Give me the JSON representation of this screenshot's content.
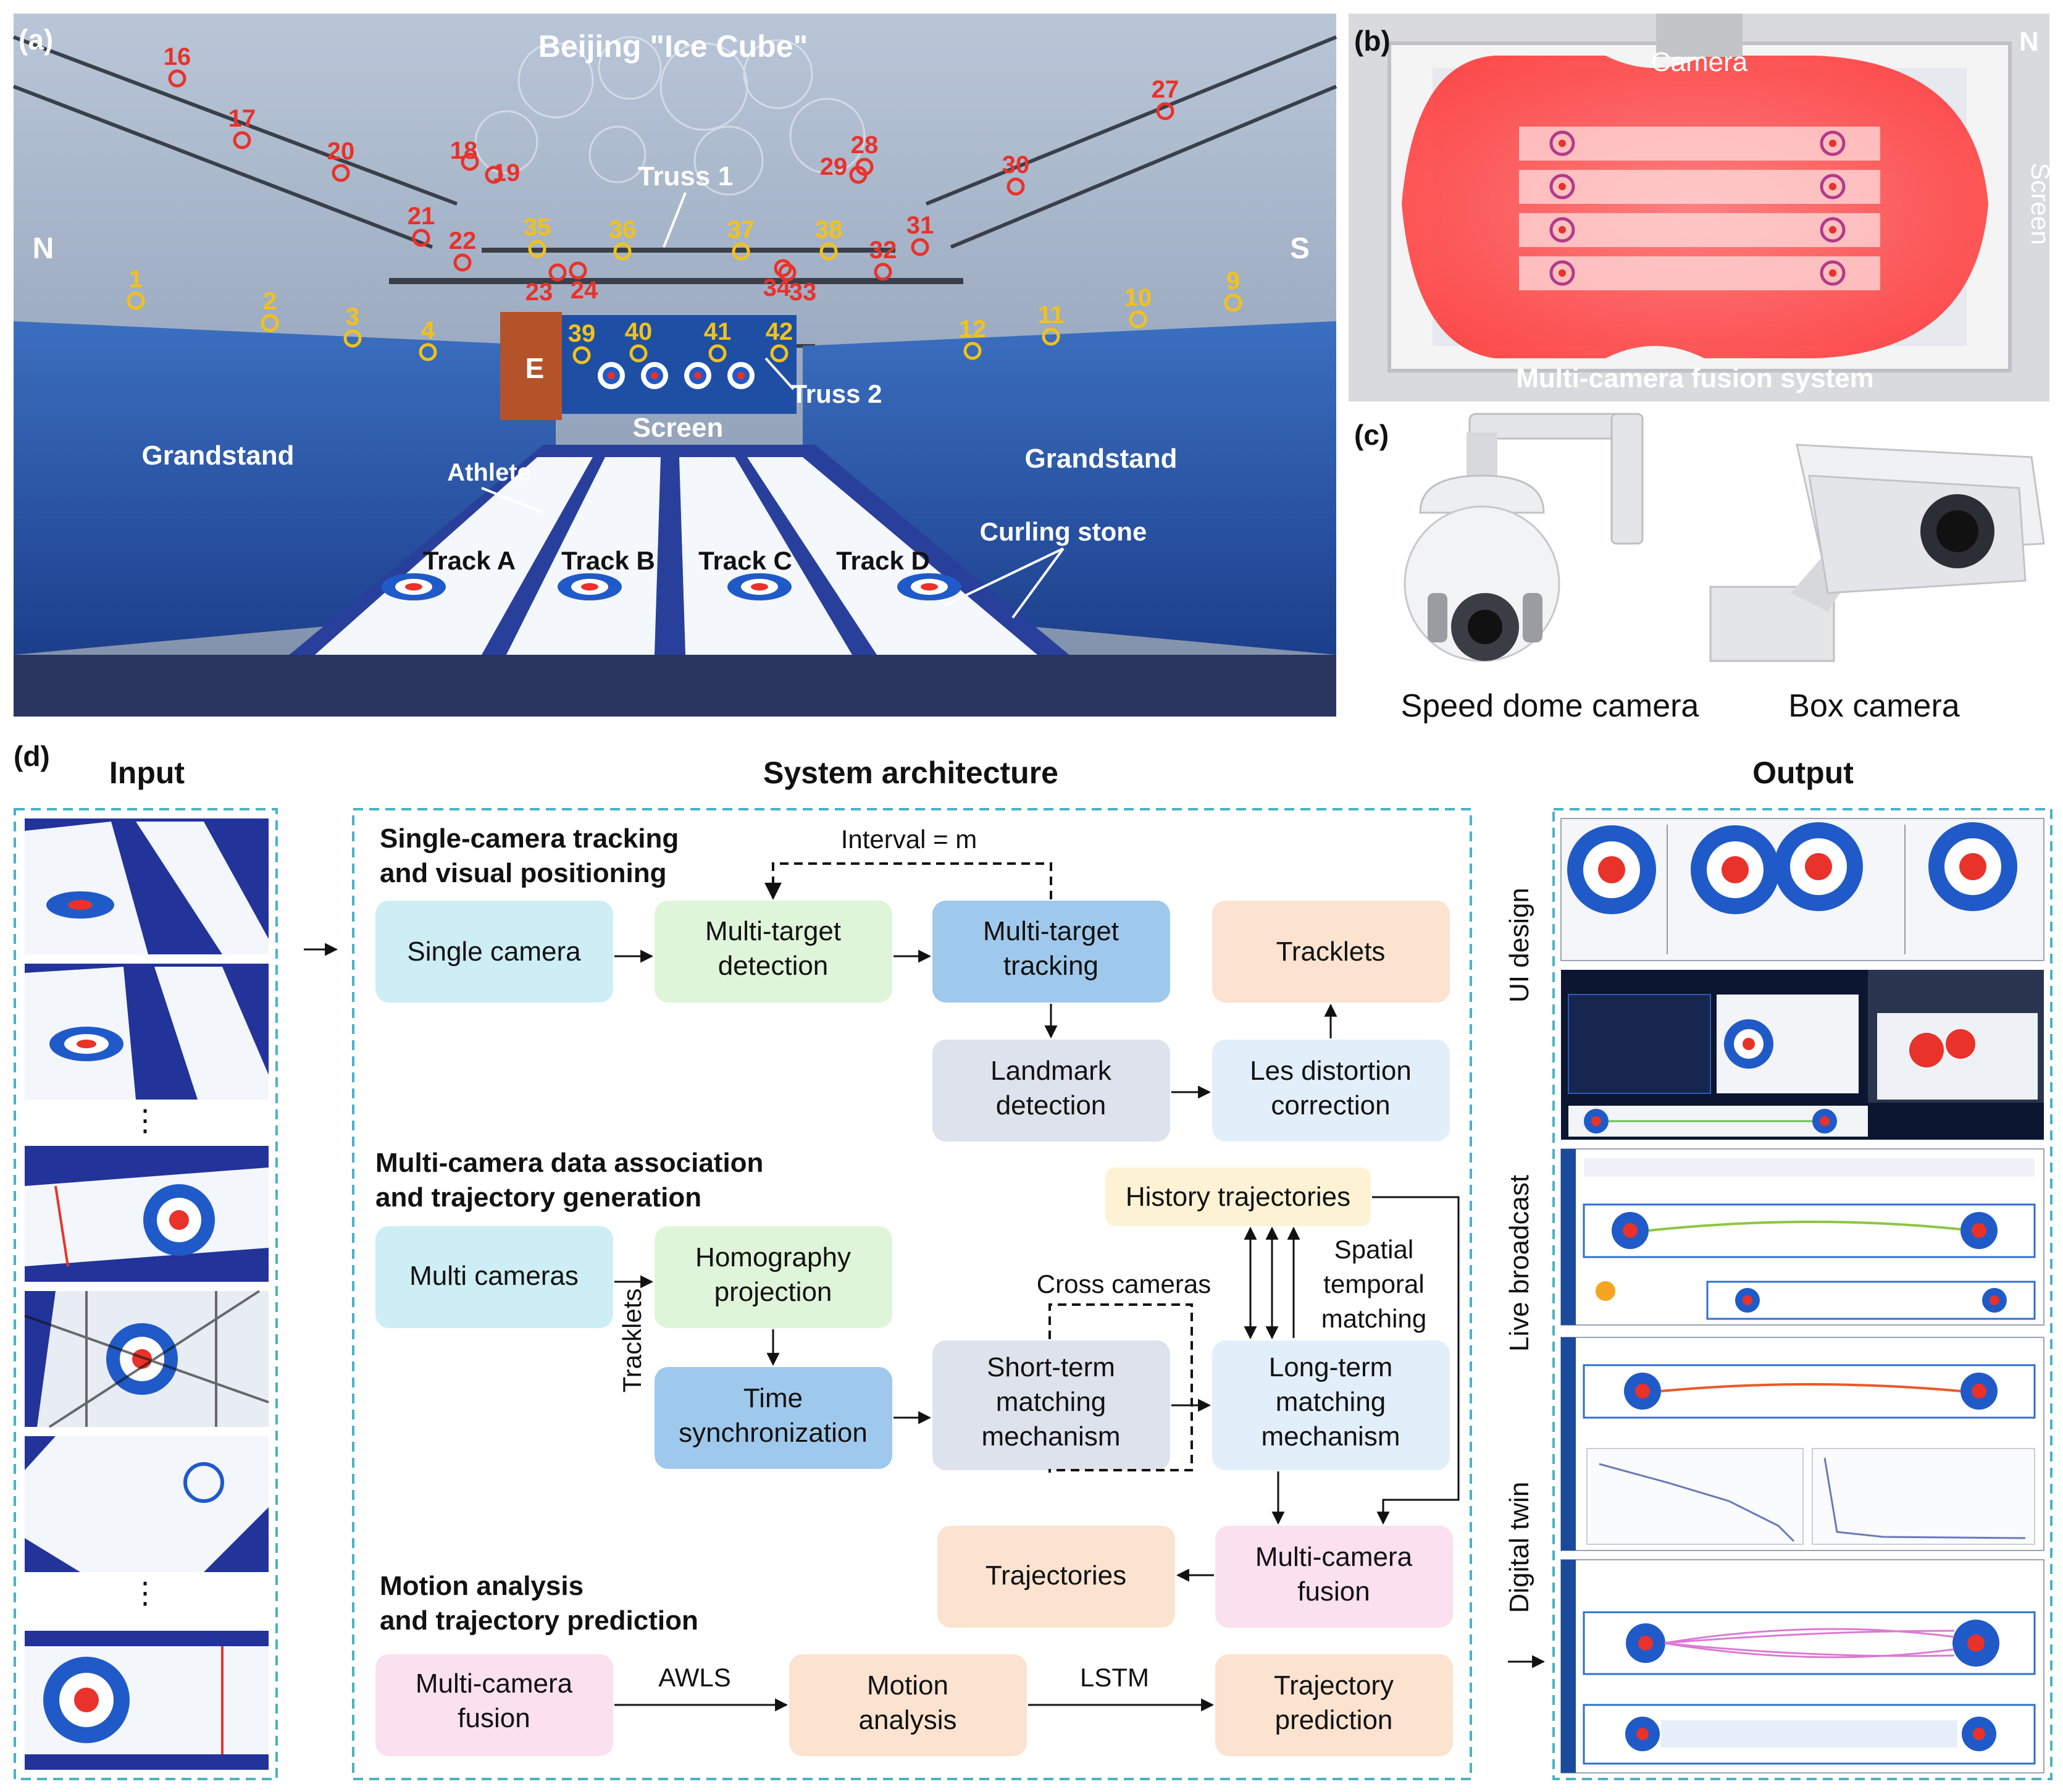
{
  "panel_a": {
    "letter": "(a)",
    "title": "Beijing \"Ice Cube\"",
    "north": "N",
    "south": "S",
    "truss1": "Truss 1",
    "truss2": "Truss 2",
    "e_sign": "E",
    "screen": "Screen",
    "grandstand_left": "Grandstand",
    "grandstand_right": "Grandstand",
    "athlete": "Athlete",
    "curling_stone": "Curling stone",
    "tracks": [
      "Track A",
      "Track B",
      "Track C",
      "Track D"
    ],
    "red_markers": [
      "16",
      "17",
      "18",
      "19",
      "20",
      "21",
      "22",
      "23",
      "24",
      "27",
      "28",
      "29",
      "30",
      "31",
      "32",
      "33",
      "34"
    ],
    "yellow_markers": [
      "1",
      "2",
      "3",
      "4",
      "9",
      "10",
      "11",
      "12",
      "35",
      "36",
      "37",
      "38",
      "39",
      "40",
      "41",
      "42"
    ]
  },
  "panel_b": {
    "letter": "(b)",
    "camera": "Camera",
    "north": "N",
    "screen": "Screen",
    "caption": "Multi-camera fusion system"
  },
  "panel_c": {
    "letter": "(c)",
    "dome_caption": "Speed dome camera",
    "box_caption": "Box camera"
  },
  "panel_d": {
    "letter": "(d)",
    "input_title": "Input",
    "arch_title": "System architecture",
    "output_title": "Output",
    "section1": {
      "line1": "Single-camera tracking",
      "line2": "and visual positioning"
    },
    "section2": {
      "line1": "Multi-camera data association",
      "line2": "and trajectory generation"
    },
    "section3": {
      "line1": "Motion analysis",
      "line2": "and trajectory prediction"
    },
    "interval": "Interval = m",
    "cross_cameras": "Cross cameras",
    "tracklets_side": "Tracklets",
    "spatial": {
      "l1": "Spatial",
      "l2": "temporal",
      "l3": "matching"
    },
    "awls": "AWLS",
    "lstm": "LSTM",
    "boxes": {
      "single_camera": "Single camera",
      "mt_detection": {
        "l1": "Multi-target",
        "l2": "detection"
      },
      "mt_tracking": {
        "l1": "Multi-target",
        "l2": "tracking"
      },
      "tracklets": "Tracklets",
      "landmark": {
        "l1": "Landmark",
        "l2": "detection"
      },
      "distortion": {
        "l1": "Les distortion",
        "l2": "correction"
      },
      "multi_cameras": "Multi cameras",
      "homography": {
        "l1": "Homography",
        "l2": "projection"
      },
      "history": "History trajectories",
      "time_sync": {
        "l1": "Time",
        "l2": "synchronization"
      },
      "short_term": {
        "l1": "Short-term",
        "l2": "matching",
        "l3": "mechanism"
      },
      "long_term": {
        "l1": "Long-term",
        "l2": "matching",
        "l3": "mechanism"
      },
      "trajectories": "Trajectories",
      "mc_fusion": {
        "l1": "Multi-camera",
        "l2": "fusion"
      },
      "mc_fusion2": {
        "l1": "Multi-camera",
        "l2": "fusion"
      },
      "motion": {
        "l1": "Motion",
        "l2": "analysis"
      },
      "traj_pred": {
        "l1": "Trajectory",
        "l2": "prediction"
      }
    },
    "output_labels": {
      "ui": "UI design",
      "live": "Live broadcast",
      "twin": "Digital twin"
    }
  },
  "colors": {
    "cyan_box": "#cdeef4",
    "green_box": "#dff5d9",
    "blue_box": "#9fc9ec",
    "peach_box": "#fbe3cf",
    "gray_box": "#dde2ec",
    "lightblue_box": "#e2effb",
    "yellow_box": "#fdf3d4",
    "pink_box": "#fbe0f0",
    "dash_border": "#49b2c6",
    "marker_red": "#e8322a",
    "marker_yellow": "#f2c21a"
  }
}
